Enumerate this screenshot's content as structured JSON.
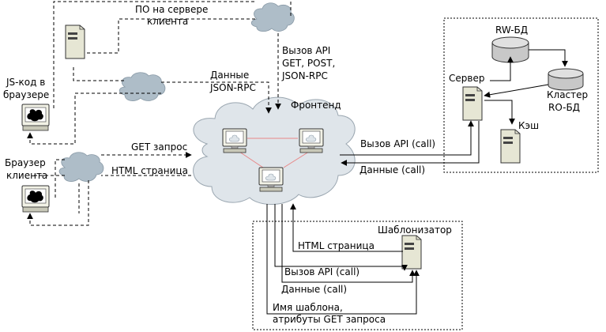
{
  "labels": {
    "client_server_po": [
      "ПО на сервере",
      "клиента"
    ],
    "js_code": [
      "JS-код в",
      "браузере"
    ],
    "client_browser": [
      "Браузер",
      "клиента"
    ],
    "api_call_methods": [
      "Вызов API",
      "GET, POST,",
      "JSON-RPC"
    ],
    "data_jsonrpc": [
      "Данные",
      "JSON-RPC"
    ],
    "frontend": "Фронтенд",
    "get_request": "GET запрос",
    "html_page_left": "HTML страница",
    "api_call_right": "Вызов API (call)",
    "data_right": "Данные (call)",
    "rw_db": "RW-БД",
    "server": "Сервер",
    "ro_cluster": [
      "Кластер",
      "RO-БД"
    ],
    "cache": "Кэш",
    "templater": "Шаблонизатор",
    "html_page_bottom": "HTML страница",
    "api_call_bottom": "Вызов API (call)",
    "data_bottom": "Данные (call)",
    "template_name": [
      "Имя шаблона,",
      "атрибуты GET запроса"
    ]
  },
  "colors": {
    "cloud_fill": "#dfe5ea",
    "cloud_stroke": "#9aa6b0",
    "cloud_small_fill": "#aebdc8",
    "frontend_links": "#e88888",
    "line": "#000000",
    "box_fill": "#e8e8d8",
    "db_fill": "#c8c8c8"
  }
}
